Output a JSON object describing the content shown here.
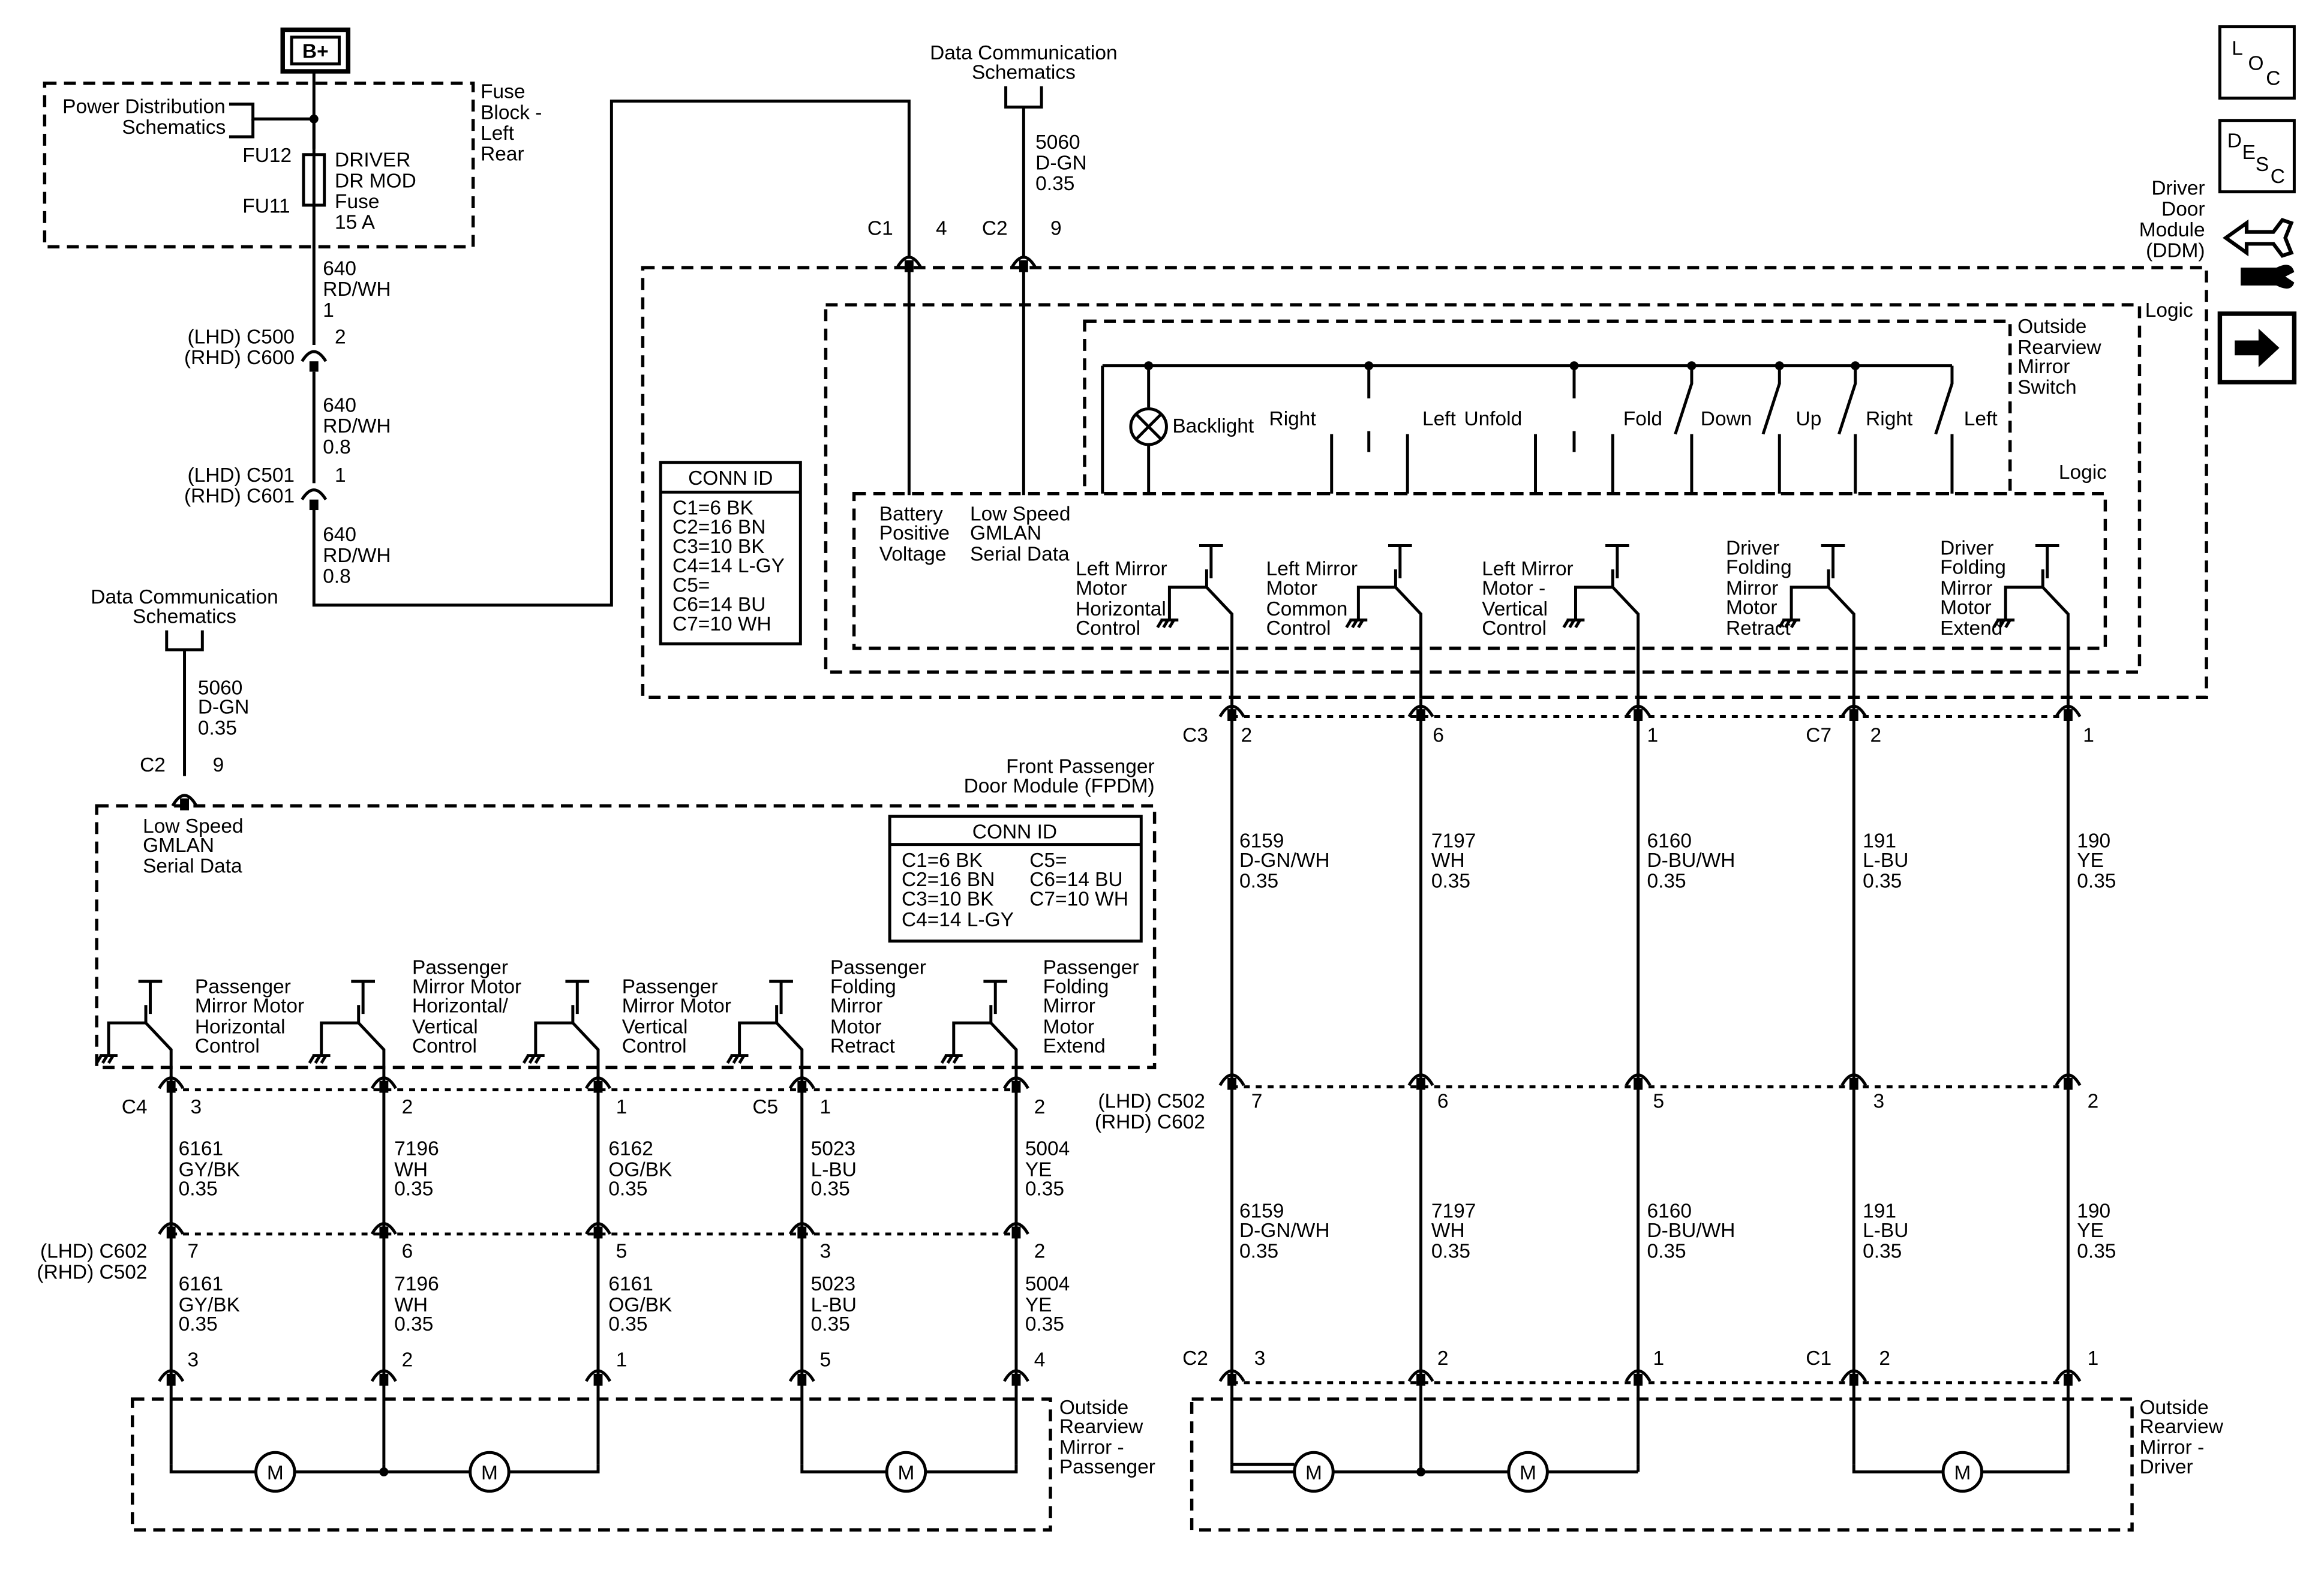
{
  "power": {
    "b_plus": "B+"
  },
  "fuse_block": {
    "title": [
      "Fuse",
      "Block -",
      "Left",
      "Rear"
    ],
    "power_dist": [
      "Power Distribution",
      "Schematics"
    ],
    "fu12": "FU12",
    "fu11": "FU11",
    "fuse_label": [
      "DRIVER",
      "DR MOD",
      "Fuse",
      "15 A"
    ]
  },
  "feed_wires": [
    [
      "640",
      "RD/WH",
      "1"
    ],
    [
      "640",
      "RD/WH",
      "0.8"
    ],
    [
      "640",
      "RD/WH",
      "0.8"
    ]
  ],
  "feed_connectors": [
    {
      "lhd": "(LHD) C500",
      "rhd": "(RHD) C600",
      "pin": "2"
    },
    {
      "lhd": "(LHD) C501",
      "rhd": "(RHD) C601",
      "pin": "1"
    }
  ],
  "data_comm": {
    "top": [
      "Data Communication",
      "Schematics"
    ],
    "top_wire": [
      "5060",
      "D-GN",
      "0.35"
    ],
    "left": [
      "Data Communication",
      "Schematics"
    ],
    "left_wire": [
      "5060",
      "D-GN",
      "0.35"
    ]
  },
  "ddm": {
    "title": [
      "Driver",
      "Door",
      "Module",
      "(DDM)"
    ],
    "logic": "Logic",
    "inner_logic": "Logic",
    "switch_title": [
      "Outside",
      "Rearview",
      "Mirror",
      "Switch"
    ],
    "c1": "C1",
    "c1_pin": "4",
    "c2": "C2",
    "c2_pin": "9",
    "battery_label": [
      "Battery",
      "Positive",
      "Voltage"
    ],
    "gmlan_label": [
      "Low Speed",
      "GMLAN",
      "Serial Data"
    ],
    "switch_labels": [
      "Backlight",
      "Right",
      "Left",
      "Unfold",
      "Fold",
      "Down",
      "Up",
      "Right",
      "Left"
    ],
    "outputs": [
      [
        "Left Mirror",
        "Motor",
        "Horizontal",
        "Control"
      ],
      [
        "Left Mirror",
        "Motor",
        "Common",
        "Control"
      ],
      [
        "Left Mirror",
        "Motor -",
        "Vertical",
        "Control"
      ],
      [
        "Driver",
        "Folding",
        "Mirror",
        "Motor",
        "Retract"
      ],
      [
        "Driver",
        "Folding",
        "Mirror",
        "Motor",
        "Extend"
      ]
    ]
  },
  "conn_id_ddm": {
    "title": "CONN ID",
    "rows": [
      "C1=6 BK",
      "C2=16 BN",
      "C3=10 BK",
      "C4=14 L-GY",
      "C5=",
      "C6=14 BU",
      "C7=10 WH"
    ]
  },
  "fpdm": {
    "title": [
      "Front Passenger",
      "Door Module (FPDM)"
    ],
    "c2": "C2",
    "c2_pin": "9",
    "gmlan_label": [
      "Low Speed",
      "GMLAN",
      "Serial Data"
    ],
    "outputs": [
      [
        "Passenger",
        "Mirror Motor",
        "Horizontal",
        "Control"
      ],
      [
        "Passenger",
        "Mirror Motor",
        "Horizontal/",
        "Vertical",
        "Control"
      ],
      [
        "Passenger",
        "Mirror Motor",
        "Vertical",
        "Control"
      ],
      [
        "Passenger",
        "Folding",
        "Mirror",
        "Motor",
        "Retract"
      ],
      [
        "Passenger",
        "Folding",
        "Mirror",
        "Motor",
        "Extend"
      ]
    ],
    "conn_id": {
      "title": "CONN ID",
      "left": [
        "C1=6 BK",
        "C2=16 BN",
        "C3=10 BK",
        "C4=14 L-GY"
      ],
      "right": [
        "C5=",
        "C6=14 BU",
        "C7=10 WH"
      ]
    }
  },
  "driver_side": {
    "conn_top": [
      {
        "label": "C3",
        "pin": "2"
      },
      {
        "label": "",
        "pin": "6"
      },
      {
        "label": "",
        "pin": "1"
      },
      {
        "label": "C7",
        "pin": "2"
      },
      {
        "label": "",
        "pin": "1"
      }
    ],
    "wires_upper": [
      [
        "6159",
        "D-GN/WH",
        "0.35"
      ],
      [
        "7197",
        "WH",
        "0.35"
      ],
      [
        "6160",
        "D-BU/WH",
        "0.35"
      ],
      [
        "191",
        "L-BU",
        "0.35"
      ],
      [
        "190",
        "YE",
        "0.35"
      ]
    ],
    "c502": {
      "lhd": "(LHD) C502",
      "rhd": "(RHD) C602",
      "pins": [
        "7",
        "6",
        "5",
        "3",
        "2"
      ]
    },
    "wires_lower": [
      [
        "6159",
        "D-GN/WH",
        "0.35"
      ],
      [
        "7197",
        "WH",
        "0.35"
      ],
      [
        "6160",
        "D-BU/WH",
        "0.35"
      ],
      [
        "191",
        "L-BU",
        "0.35"
      ],
      [
        "190",
        "YE",
        "0.35"
      ]
    ],
    "conn_bottom": [
      {
        "label": "C2",
        "pin": "3"
      },
      {
        "label": "",
        "pin": "2"
      },
      {
        "label": "",
        "pin": "1"
      },
      {
        "label": "C1",
        "pin": "2"
      },
      {
        "label": "",
        "pin": "1"
      }
    ],
    "mirror_title": [
      "Outside",
      "Rearview",
      "Mirror -",
      "Driver"
    ],
    "motor": "M"
  },
  "passenger_side": {
    "conn_top": [
      {
        "label": "C4",
        "pin": "3"
      },
      {
        "label": "",
        "pin": "2"
      },
      {
        "label": "",
        "pin": "1"
      },
      {
        "label": "C5",
        "pin": "1"
      },
      {
        "label": "",
        "pin": "2"
      }
    ],
    "wires_upper": [
      [
        "6161",
        "GY/BK",
        "0.35"
      ],
      [
        "7196",
        "WH",
        "0.35"
      ],
      [
        "6162",
        "OG/BK",
        "0.35"
      ],
      [
        "5023",
        "L-BU",
        "0.35"
      ],
      [
        "5004",
        "YE",
        "0.35"
      ]
    ],
    "c602": {
      "lhd": "(LHD) C602",
      "rhd": "(RHD) C502",
      "pins": [
        "7",
        "6",
        "5",
        "3",
        "2"
      ]
    },
    "wires_lower": [
      [
        "6161",
        "GY/BK",
        "0.35"
      ],
      [
        "7196",
        "WH",
        "0.35"
      ],
      [
        "6161",
        "OG/BK",
        "0.35"
      ],
      [
        "5023",
        "L-BU",
        "0.35"
      ],
      [
        "5004",
        "YE",
        "0.35"
      ]
    ],
    "conn_bottom": [
      {
        "label": "",
        "pin": "3"
      },
      {
        "label": "",
        "pin": "2"
      },
      {
        "label": "",
        "pin": "1"
      },
      {
        "label": "",
        "pin": "5"
      },
      {
        "label": "",
        "pin": "4"
      }
    ],
    "mirror_title": [
      "Outside",
      "Rearview",
      "Mirror -",
      "Passenger"
    ],
    "motor": "M"
  },
  "icons": {
    "loc": {
      "L": "L",
      "O": "O",
      "C": "C"
    },
    "desc": {
      "D": "D",
      "E": "E",
      "S": "S",
      "C": "C"
    }
  }
}
